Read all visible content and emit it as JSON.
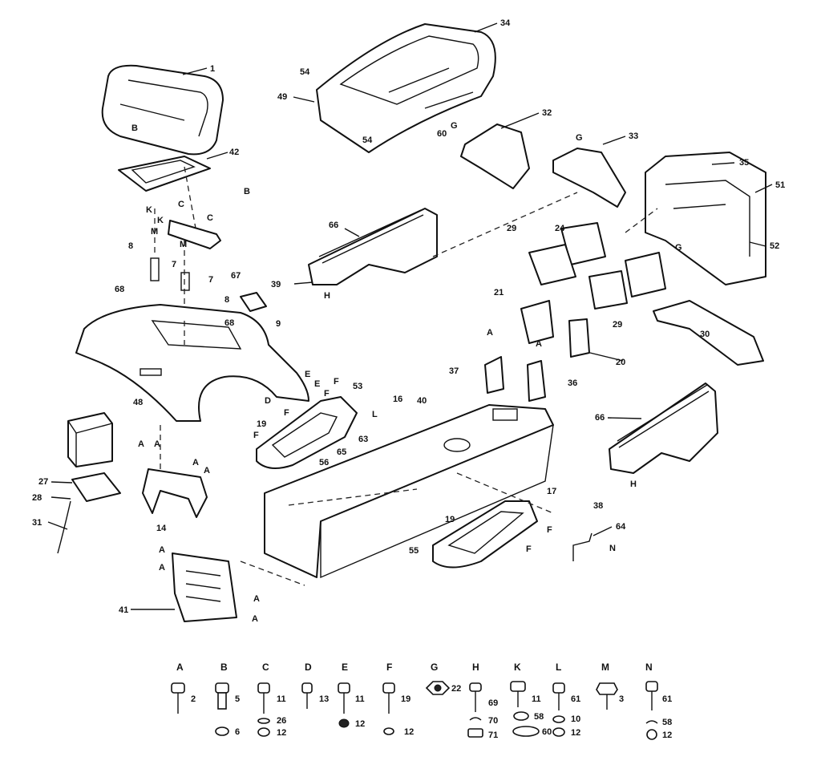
{
  "callouts": [
    "1",
    "42",
    "34",
    "54",
    "49",
    "54",
    "60",
    "32",
    "33",
    "35",
    "51",
    "52",
    "66",
    "39",
    "29",
    "24",
    "21",
    "29",
    "30",
    "20",
    "8",
    "7",
    "68",
    "7",
    "8",
    "67",
    "68",
    "9",
    "48",
    "53",
    "16",
    "19",
    "63",
    "56",
    "65",
    "40",
    "37",
    "36",
    "66",
    "38",
    "27",
    "28",
    "31",
    "14",
    "55",
    "17",
    "19",
    "64",
    "41"
  ],
  "letters": [
    "B",
    "K",
    "K",
    "C",
    "C",
    "M",
    "M",
    "B",
    "E",
    "E",
    "D",
    "F",
    "F",
    "F",
    "F",
    "A",
    "A",
    "A",
    "A",
    "A",
    "A",
    "A",
    "A",
    "A",
    "A",
    "L",
    "G",
    "G",
    "G",
    "H",
    "H",
    "N",
    "F",
    "F"
  ],
  "hardware": [
    {
      "letter": "A",
      "parts": [
        "2"
      ]
    },
    {
      "letter": "B",
      "parts": [
        "5",
        "6"
      ]
    },
    {
      "letter": "C",
      "parts": [
        "11",
        "26",
        "12"
      ]
    },
    {
      "letter": "D",
      "parts": [
        "13"
      ]
    },
    {
      "letter": "E",
      "parts": [
        "11",
        "12"
      ]
    },
    {
      "letter": "F",
      "parts": [
        "19",
        "12"
      ]
    },
    {
      "letter": "G",
      "parts": [
        "22"
      ]
    },
    {
      "letter": "H",
      "parts": [
        "69",
        "70",
        "71"
      ]
    },
    {
      "letter": "K",
      "parts": [
        "11",
        "58",
        "60"
      ]
    },
    {
      "letter": "L",
      "parts": [
        "61",
        "10",
        "12"
      ]
    },
    {
      "letter": "M",
      "parts": [
        "3"
      ]
    },
    {
      "letter": "N",
      "parts": [
        "61",
        "58",
        "12"
      ]
    }
  ]
}
